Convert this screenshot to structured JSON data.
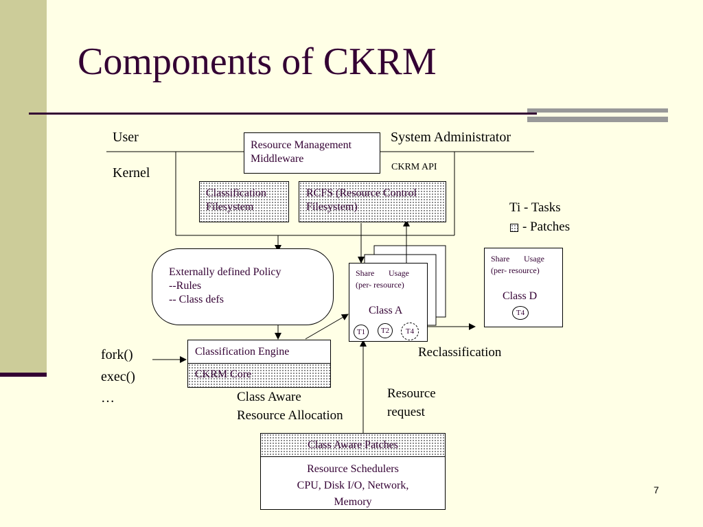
{
  "slide": {
    "title": "Components of CKRM",
    "page_number": "7"
  },
  "diagram": {
    "user_label": "User",
    "kernel_label": "Kernel",
    "sysadmin_label": "System Administrator",
    "ckrm_api_label": "CKRM API",
    "rm_middleware": [
      "Resource Management",
      "Middleware"
    ],
    "classification_fs": [
      "Classification",
      "Filesystem"
    ],
    "rcfs": [
      "RCFS (Resource Control",
      "Filesystem)"
    ],
    "legend_tasks": "Ti - Tasks",
    "legend_patches": "- Patches",
    "policy": [
      "Externally defined Policy",
      "--Rules",
      "-- Class defs"
    ],
    "class_a": {
      "share": "Share",
      "usage": "Usage",
      "per_resource": "(per- resource)",
      "name": "Class A",
      "tasks": [
        "T1",
        "T2",
        "T4"
      ]
    },
    "class_d": {
      "share": "Share",
      "usage": "Usage",
      "per_resource": "(per- resource)",
      "name": "Class D",
      "tasks": [
        "T4"
      ]
    },
    "classification_engine": "Classification Engine",
    "ckrm_core": "CKRM Core",
    "syscalls": [
      "fork()",
      "exec()",
      "…"
    ],
    "reclassification": "Reclassification",
    "class_aware_alloc": [
      "Class Aware",
      "Resource Allocation"
    ],
    "resource_request": [
      "Resource",
      "request"
    ],
    "class_aware_patches": "Class Aware Patches",
    "schedulers": [
      "Resource Schedulers",
      "CPU, Disk I/O, Network,",
      "Memory"
    ]
  }
}
